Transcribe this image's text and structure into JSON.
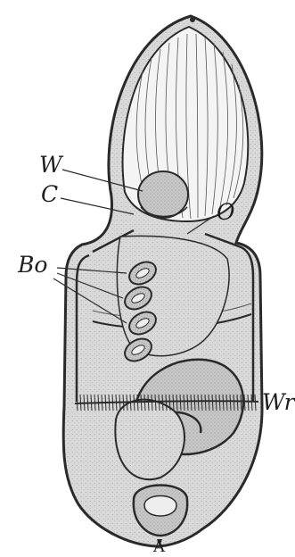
{
  "figure": {
    "labels": {
      "W": "W",
      "C": "C",
      "O": "O",
      "Bo": "Bo",
      "Wr": "Wr",
      "A": "A"
    }
  },
  "colors": {
    "ink": "#2a2a2a",
    "body_fill": "#d6d6d6",
    "light_fill": "#ececec",
    "paper": "#ffffff"
  }
}
